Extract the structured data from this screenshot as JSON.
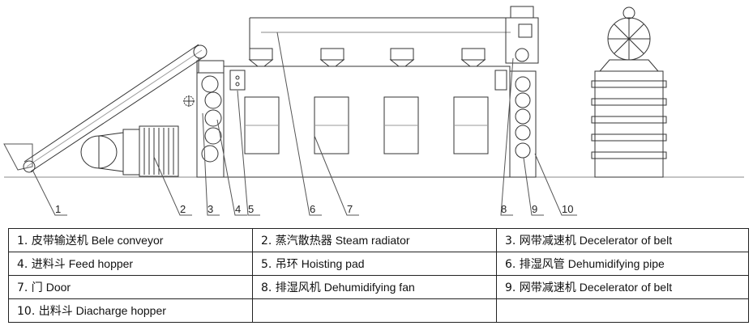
{
  "callouts": [
    "1",
    "2",
    "3",
    "4",
    "5",
    "6",
    "7",
    "8",
    "9",
    "10"
  ],
  "legend": [
    [
      {
        "cn": "1. 皮带输送机",
        "en": "Bele conveyor"
      },
      {
        "cn": "2. 蒸汽散热器",
        "en": "Steam radiator"
      },
      {
        "cn": "3. 网带减速机",
        "en": "Decelerator of belt"
      }
    ],
    [
      {
        "cn": "4. 进料斗",
        "en": "Feed hopper"
      },
      {
        "cn": "5. 吊环",
        "en": "Hoisting pad"
      },
      {
        "cn": "6. 排湿风管",
        "en": "Dehumidifying pipe"
      }
    ],
    [
      {
        "cn": "7. 门",
        "en": "Door"
      },
      {
        "cn": "8. 排湿风机",
        "en": "Dehumidifying fan"
      },
      {
        "cn": "9. 网带减速机",
        "en": "Decelerator of belt"
      }
    ],
    [
      {
        "cn": "10. 出料斗",
        "en": "Diacharge hopper"
      },
      {
        "cn": "",
        "en": ""
      },
      {
        "cn": "",
        "en": ""
      }
    ]
  ]
}
